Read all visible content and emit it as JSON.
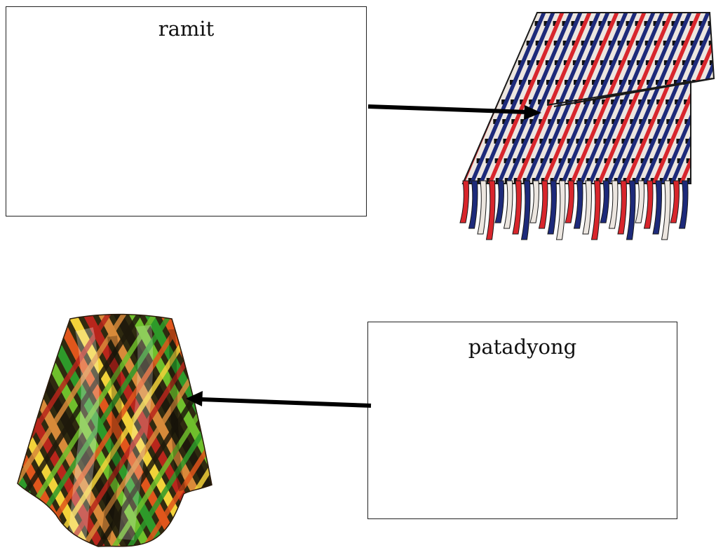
{
  "labels": {
    "ramit": "ramit",
    "patadyong": "patadyong"
  },
  "colors": {
    "navy": "#1d2a7a",
    "red": "#d8262c",
    "cream": "#ece6e0",
    "arrow": "#000000"
  },
  "illustrations": {
    "ramit_textile": "striped-fringed-ramit-cloth",
    "patadyong_textile": "plaid-draped-patadyong-cloth"
  }
}
